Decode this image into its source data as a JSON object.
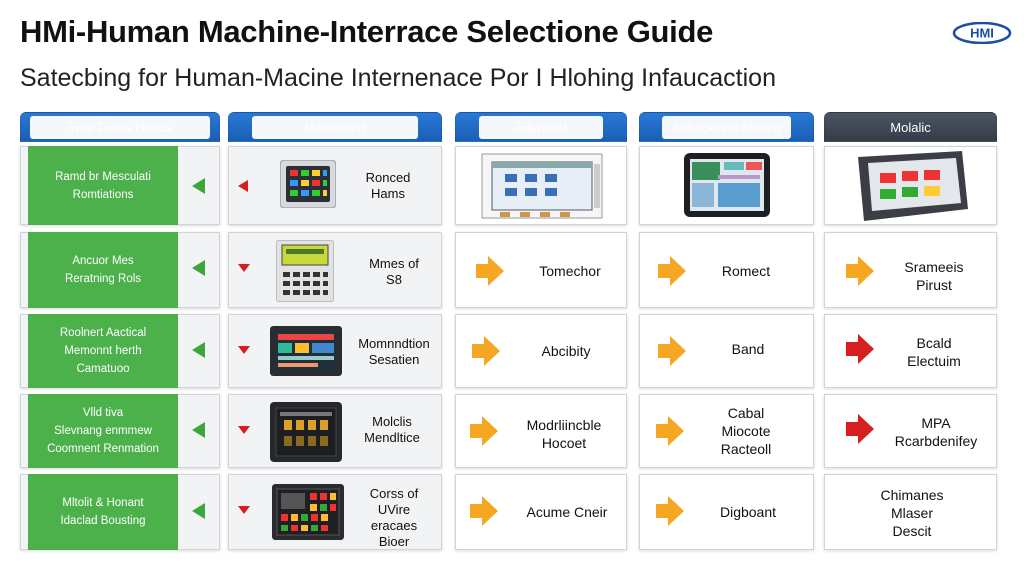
{
  "title": "HMi-Human Machine-Interrace Selectione Guide",
  "subtitle": "Satecbing  for Human-Macine Internenace Por I Hlohing Infaucaction",
  "logo_text": "HMI",
  "headers": {
    "col1": "Trea Diaus Honcs",
    "col2": "Maoadenrt",
    "col3": "Pdynand",
    "col4": "Aufulckinno Meting",
    "col5": "Molalic"
  },
  "rows": [
    {
      "criteria": "Ramd br Mesculati\nRomtiations",
      "model": "Ronced\nHams",
      "col3": "",
      "col4": "",
      "col5": ""
    },
    {
      "criteria": "Ancuor Mes\nReratning Rols",
      "model": "Mmes of\nS8",
      "col3": "Tomechor",
      "col4": "Romect",
      "col5": "Srameeis\nPirust"
    },
    {
      "criteria": "Roolnert Aactical\nMemonnt herth\nCamatuoo",
      "model": "Momnndtion\nSesatien",
      "col3": "Abcibity",
      "col4": "Band",
      "col5": "Bcald\nElectuim"
    },
    {
      "criteria": "Vlld tiva\nSlevnang enmmew\nCoomnent Renmation",
      "model": "Molclis\nMendltice",
      "col3": "Modrliincble\nHocoet",
      "col4": "Cabal\nMiocote\nRacteoll",
      "col5": "MPA\nRcarbdenifey"
    },
    {
      "criteria": "Mltolit & Honant\nIdaclad Bousting",
      "model": "Corss of\nUVire\neracaes\nBioer",
      "col3": "Acume Cneir",
      "col4": "Digboant",
      "col5": "Chimanes\nMlaser\nDescit"
    }
  ],
  "colors": {
    "header_blue": "#1a5fb4",
    "header_dark": "#3d4550",
    "criteria_green": "#4cb14a",
    "arrow_orange": "#f5a623",
    "arrow_red": "#d62020"
  }
}
